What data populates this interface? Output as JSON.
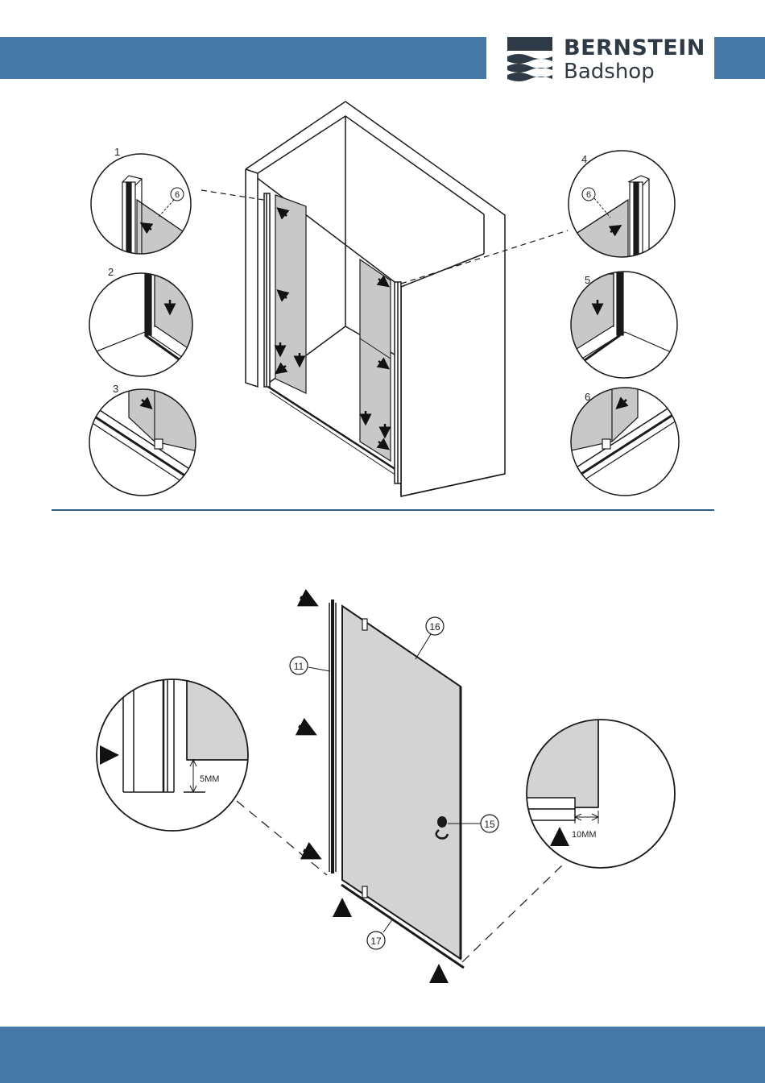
{
  "brand": {
    "name": "BERNSTEIN",
    "subtitle": "Badshop"
  },
  "colors": {
    "band": "#4779a8",
    "glass": "#c8c8c8",
    "line": "#1a1a1a"
  },
  "step1": {
    "details": [
      "1",
      "2",
      "3",
      "4",
      "5",
      "6"
    ],
    "callout_left": "6",
    "callout_right": "6"
  },
  "step2": {
    "parts": {
      "profile": "11",
      "glass_panel": "16",
      "hinge_handle": "15",
      "bottom_seal": "17"
    },
    "dims": {
      "left_gap": "5MM",
      "right_gap": "10MM"
    }
  }
}
